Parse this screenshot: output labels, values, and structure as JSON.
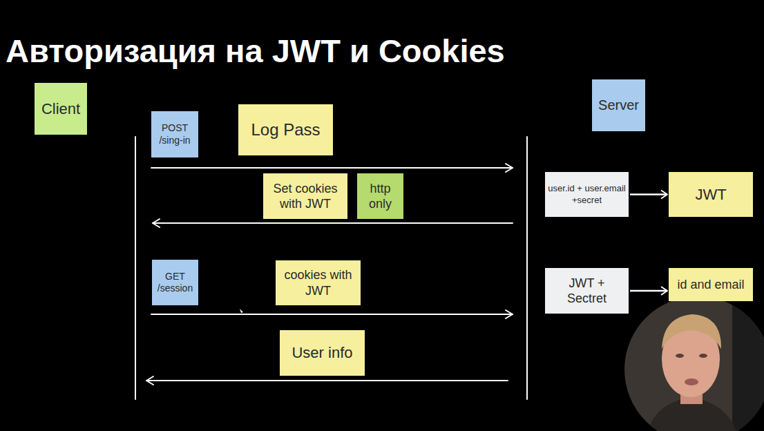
{
  "diagram": {
    "title": "Авторизация на JWT и Cookies",
    "nodes": [
      {
        "text": [
          "Client"
        ]
      },
      {
        "text": [
          "Server"
        ]
      },
      {
        "text": [
          "POST /sing-in"
        ]
      },
      {
        "text": [
          "Log Pass"
        ]
      },
      {
        "text": [
          "Set cookies with JWT"
        ]
      },
      {
        "text": [
          "http only"
        ]
      },
      {
        "text": [
          "user.id + user.email +secret"
        ]
      },
      {
        "text": [
          "JWT"
        ]
      },
      {
        "text": [
          "GET /session"
        ]
      },
      {
        "text": [
          "cookies with JWT"
        ]
      },
      {
        "text": [
          "JWT + Sectret"
        ]
      },
      {
        "text": [
          "id and email"
        ]
      },
      {
        "text": [
          "User info"
        ]
      }
    ],
    "edges": [
      {
        "from": 6,
        "to": 7,
        "arrow": "to"
      },
      {
        "from": 10,
        "to": 11,
        "arrow": "to"
      }
    ]
  }
}
